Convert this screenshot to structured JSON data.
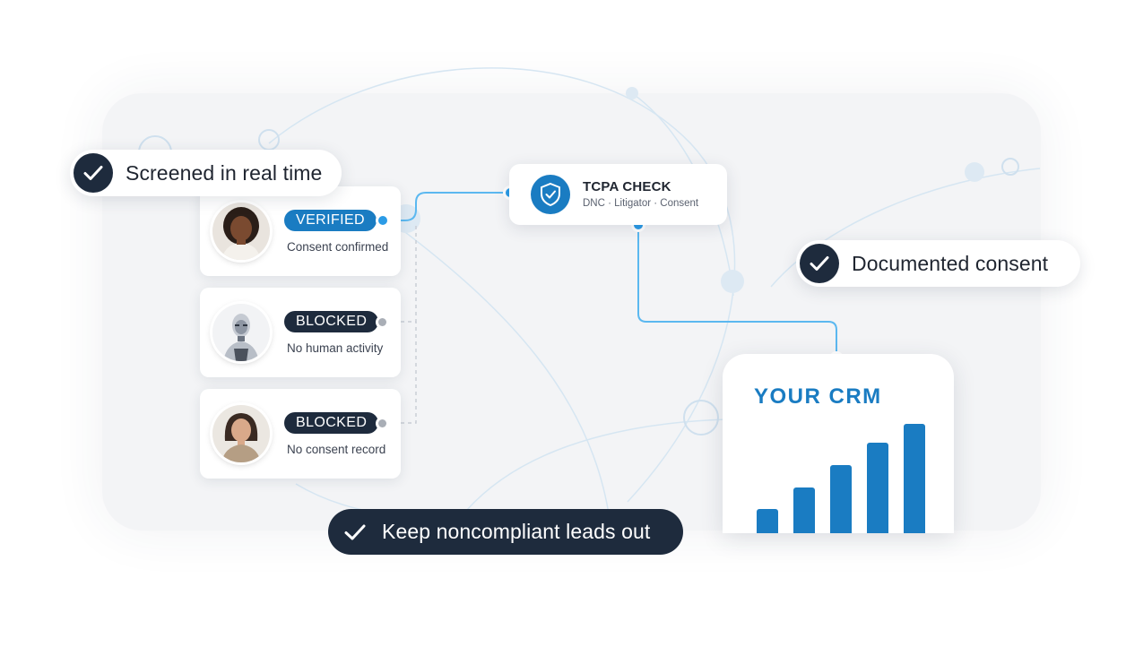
{
  "callouts": {
    "screened": "Screened in real time",
    "documented": "Documented consent",
    "keep_out": "Keep noncompliant leads out"
  },
  "leads": [
    {
      "status": "VERIFIED",
      "description": "Consent confirmed"
    },
    {
      "status": "BLOCKED",
      "description": "No human activity"
    },
    {
      "status": "BLOCKED",
      "description": "No consent record"
    }
  ],
  "tcpa": {
    "title": "TCPA CHECK",
    "subtitle": "DNC · Litigator · Consent"
  },
  "crm": {
    "title": "YOUR CRM",
    "bars": [
      0.22,
      0.42,
      0.62,
      0.83,
      1.0
    ]
  },
  "colors": {
    "accent_blue": "#1a7cc2",
    "dark_navy": "#1e2b3d",
    "connector_blue": "#2b9be6",
    "panel_bg": "#f3f4f6"
  },
  "icons": {
    "check": "check-icon",
    "shield": "shield-check-icon"
  }
}
